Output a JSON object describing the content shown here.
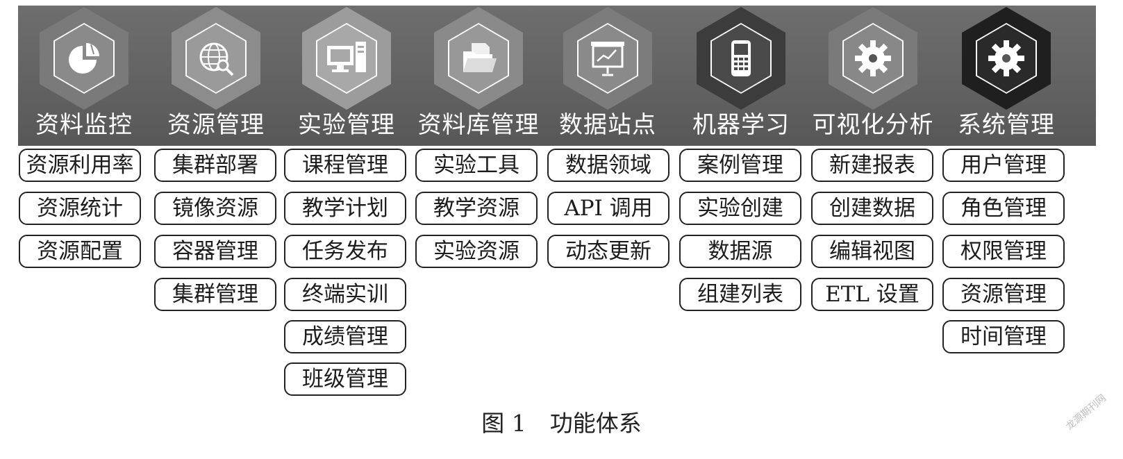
{
  "colors": {
    "banner": "#666666",
    "box_border": "#222222",
    "title_text": "#ffffff"
  },
  "modules": [
    {
      "title": "资料监控",
      "icon": "pie-chart-icon",
      "hex_color": "#7a7a7a",
      "core_color": "#8a8a8a",
      "items": [
        "资源利用率",
        "资源统计",
        "资源配置"
      ]
    },
    {
      "title": "资源管理",
      "icon": "globe-search-icon",
      "hex_color": "#8c8c8c",
      "core_color": "#9a9a9a",
      "items": [
        "集群部署",
        "镜像资源",
        "容器管理",
        "集群管理"
      ]
    },
    {
      "title": "实验管理",
      "icon": "computer-icon",
      "hex_color": "#9c9c9c",
      "core_color": "#a8a8a8",
      "items": [
        "课程管理",
        "教学计划",
        "任务发布",
        "终端实训",
        "成绩管理",
        "班级管理"
      ]
    },
    {
      "title": "资料库管理",
      "icon": "folder-icon",
      "hex_color": "#8a8a8a",
      "core_color": "#989898",
      "items": [
        "实验工具",
        "教学资源",
        "实验资源"
      ]
    },
    {
      "title": "数据站点",
      "icon": "presentation-board-icon",
      "hex_color": "#7c7c7c",
      "core_color": "#8a8a8a",
      "items": [
        "数据领域",
        "API 调用",
        "动态更新"
      ]
    },
    {
      "title": "机器学习",
      "icon": "mobile-phone-icon",
      "hex_color": "#3c3c3c",
      "core_color": "#4a4a4a",
      "items": [
        "案例管理",
        "实验创建",
        "数据源",
        "组建列表"
      ]
    },
    {
      "title": "可视化分析",
      "icon": "gear-icon",
      "hex_color": "#7a7a7a",
      "core_color": "#888888",
      "items": [
        "新建报表",
        "创建数据",
        "编辑视图",
        "ETL 设置"
      ]
    },
    {
      "title": "系统管理",
      "icon": "gear-icon",
      "hex_color": "#1f1f1f",
      "core_color": "#2a2a2a",
      "items": [
        "用户管理",
        "角色管理",
        "权限管理",
        "资源管理",
        "时间管理"
      ]
    }
  ],
  "caption": {
    "number": "图 1",
    "text": "功能体系"
  },
  "watermark": "龙源期刊网"
}
